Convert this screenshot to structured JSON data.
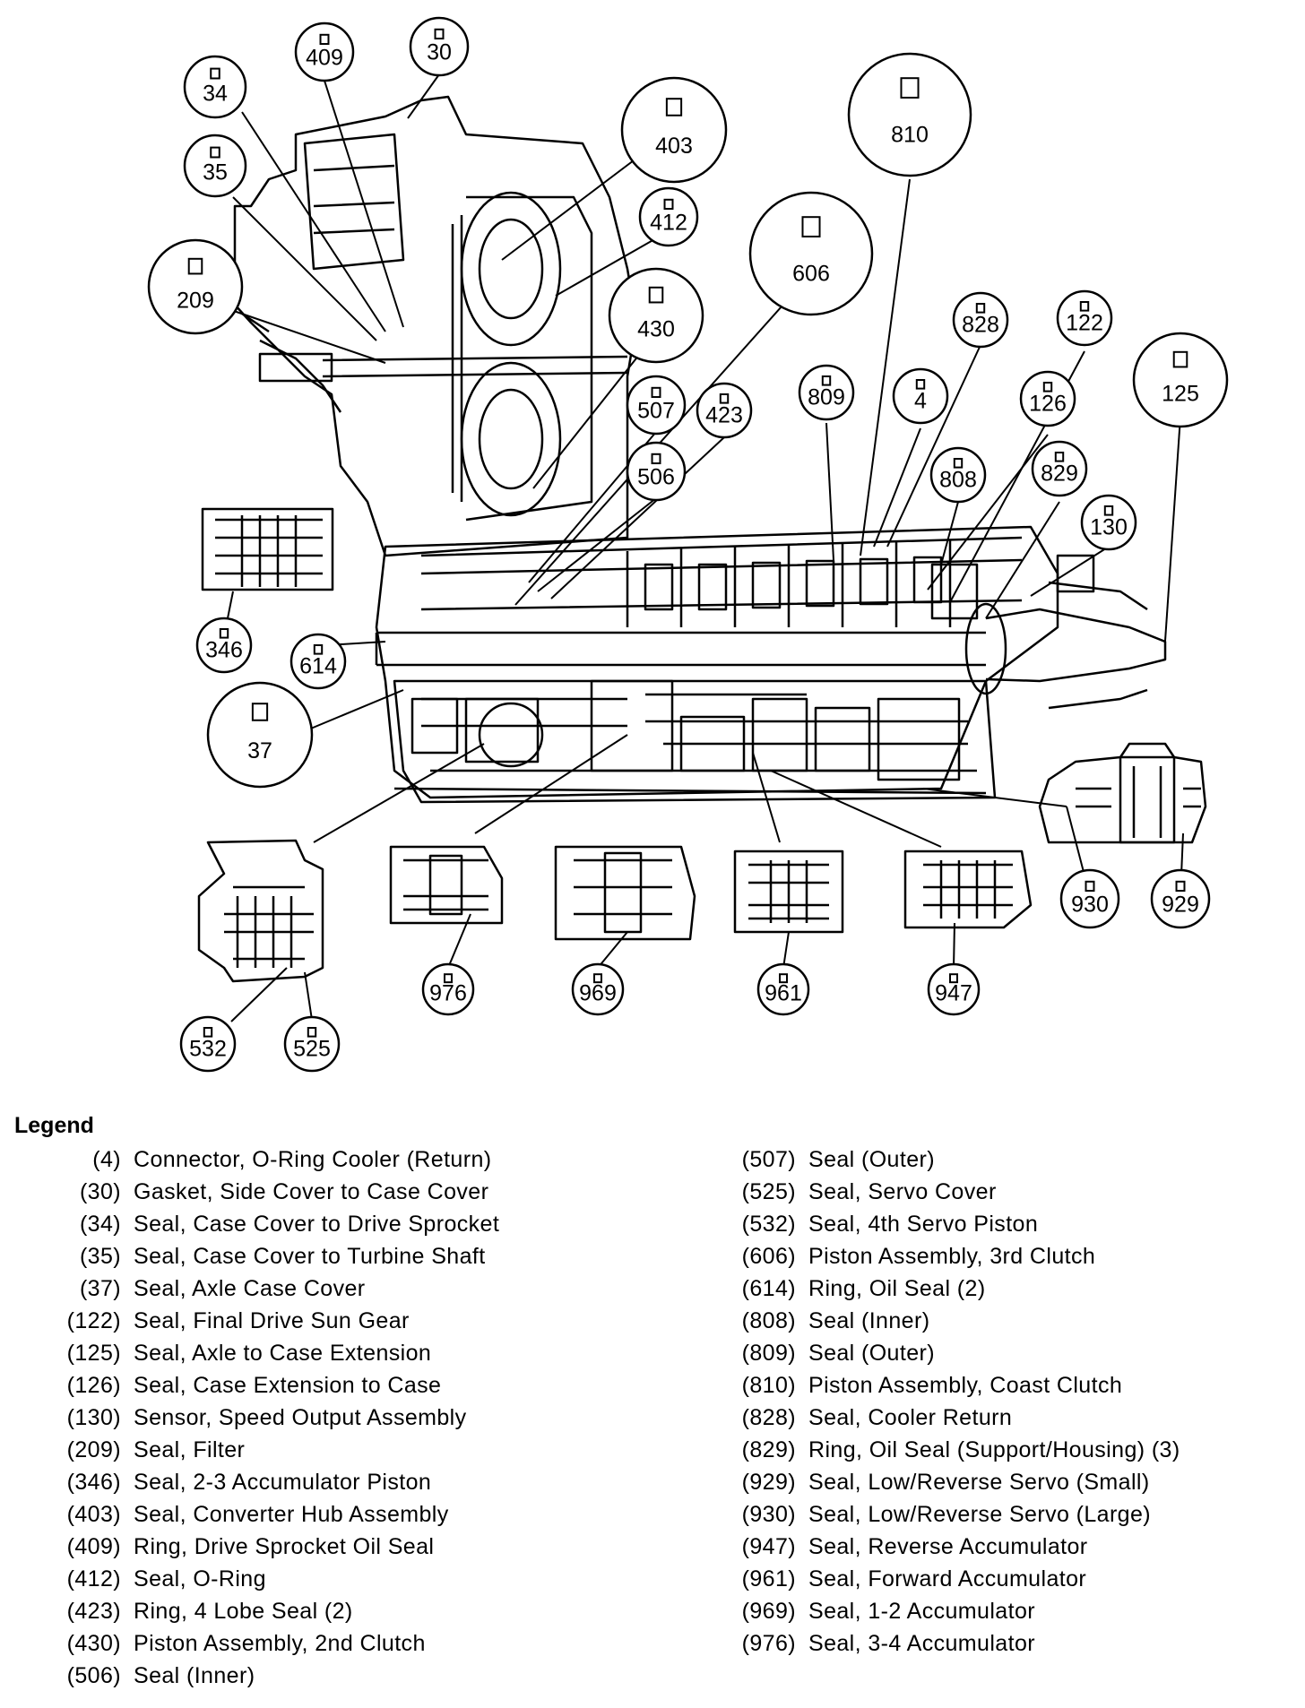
{
  "callouts": [
    {
      "id": "409"
    },
    {
      "id": "30"
    },
    {
      "id": "34"
    },
    {
      "id": "403"
    },
    {
      "id": "810"
    },
    {
      "id": "35"
    },
    {
      "id": "412"
    },
    {
      "id": "606"
    },
    {
      "id": "209"
    },
    {
      "id": "430"
    },
    {
      "id": "828"
    },
    {
      "id": "122"
    },
    {
      "id": "507"
    },
    {
      "id": "423"
    },
    {
      "id": "809"
    },
    {
      "id": "4"
    },
    {
      "id": "126"
    },
    {
      "id": "125"
    },
    {
      "id": "506"
    },
    {
      "id": "808"
    },
    {
      "id": "829"
    },
    {
      "id": "130"
    },
    {
      "id": "346"
    },
    {
      "id": "614"
    },
    {
      "id": "37"
    },
    {
      "id": "930"
    },
    {
      "id": "929"
    },
    {
      "id": "976"
    },
    {
      "id": "969"
    },
    {
      "id": "961"
    },
    {
      "id": "947"
    },
    {
      "id": "532"
    },
    {
      "id": "525"
    }
  ],
  "legend": {
    "title": "Legend",
    "left": [
      {
        "num": "(4)",
        "text": "Connector, O-Ring Cooler (Return)"
      },
      {
        "num": "(30)",
        "text": "Gasket, Side Cover to Case Cover"
      },
      {
        "num": "(34)",
        "text": "Seal, Case Cover to Drive Sprocket"
      },
      {
        "num": "(35)",
        "text": "Seal, Case Cover to Turbine Shaft"
      },
      {
        "num": "(37)",
        "text": "Seal, Axle Case Cover"
      },
      {
        "num": "(122)",
        "text": "Seal, Final Drive Sun Gear"
      },
      {
        "num": "(125)",
        "text": "Seal, Axle to Case Extension"
      },
      {
        "num": "(126)",
        "text": "Seal, Case Extension to Case"
      },
      {
        "num": "(130)",
        "text": "Sensor, Speed Output Assembly"
      },
      {
        "num": "(209)",
        "text": "Seal, Filter"
      },
      {
        "num": "(346)",
        "text": "Seal, 2-3 Accumulator Piston"
      },
      {
        "num": "(403)",
        "text": "Seal, Converter Hub Assembly"
      },
      {
        "num": "(409)",
        "text": "Ring, Drive Sprocket Oil Seal"
      },
      {
        "num": "(412)",
        "text": "Seal, O-Ring"
      },
      {
        "num": "(423)",
        "text": "Ring, 4 Lobe Seal (2)"
      },
      {
        "num": "(430)",
        "text": "Piston Assembly, 2nd Clutch"
      },
      {
        "num": "(506)",
        "text": "Seal (Inner)"
      }
    ],
    "right": [
      {
        "num": "(507)",
        "text": "Seal (Outer)"
      },
      {
        "num": "(525)",
        "text": "Seal, Servo Cover"
      },
      {
        "num": "(532)",
        "text": "Seal, 4th Servo Piston"
      },
      {
        "num": "(606)",
        "text": "Piston Assembly, 3rd Clutch"
      },
      {
        "num": "(614)",
        "text": "Ring, Oil Seal (2)"
      },
      {
        "num": "(808)",
        "text": "Seal (Inner)"
      },
      {
        "num": "(809)",
        "text": "Seal (Outer)"
      },
      {
        "num": "(810)",
        "text": "Piston Assembly, Coast Clutch"
      },
      {
        "num": "(828)",
        "text": "Seal, Cooler Return"
      },
      {
        "num": "(829)",
        "text": "Ring, Oil Seal (Support/Housing) (3)"
      },
      {
        "num": "(929)",
        "text": "Seal, Low/Reverse Servo (Small)"
      },
      {
        "num": "(930)",
        "text": "Seal, Low/Reverse Servo (Large)"
      },
      {
        "num": "(947)",
        "text": "Seal, Reverse Accumulator"
      },
      {
        "num": "(961)",
        "text": "Seal, Forward Accumulator"
      },
      {
        "num": "(969)",
        "text": "Seal, 1-2 Accumulator"
      },
      {
        "num": "(976)",
        "text": "Seal, 3-4 Accumulator"
      }
    ]
  }
}
